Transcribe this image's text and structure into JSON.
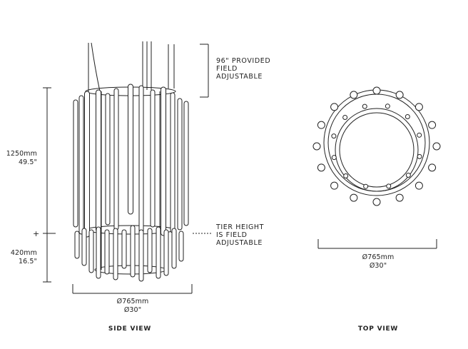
{
  "side_view": {
    "caption": "SIDE VIEW",
    "cable_note": [
      "96\" PROVIDED",
      "FIELD",
      "ADJUSTABLE"
    ],
    "tier_note": [
      "TIER HEIGHT",
      "IS FIELD",
      "ADJUSTABLE"
    ],
    "height_upper": [
      "1250mm",
      "49.5\""
    ],
    "height_lower": [
      "420mm",
      "16.5\""
    ],
    "diameter": [
      "Ø765mm",
      "Ø30\""
    ]
  },
  "top_view": {
    "caption": "TOP VIEW",
    "diameter": [
      "Ø765mm",
      "Ø30\""
    ]
  },
  "colors": {
    "line": "#222222",
    "rod_fill": "#ffffff"
  }
}
